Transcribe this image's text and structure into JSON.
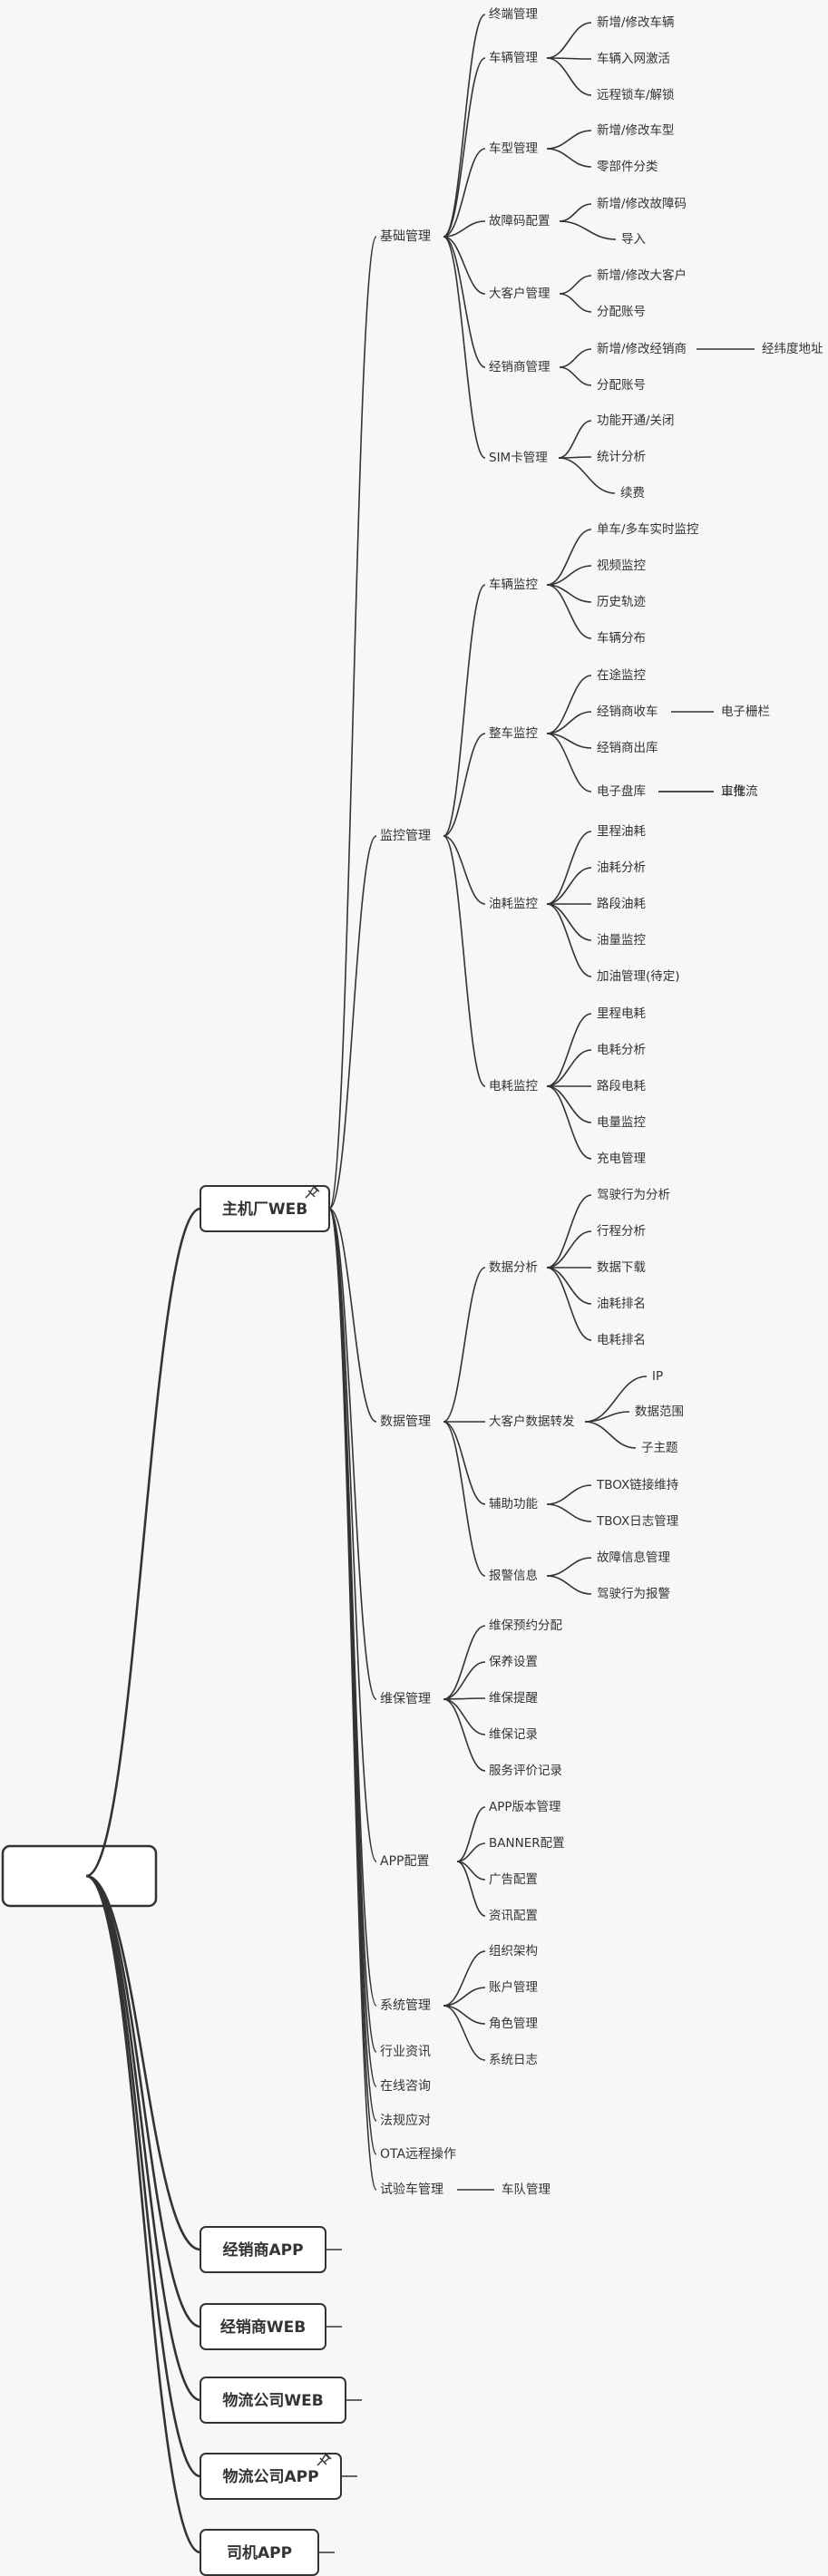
{
  "root": {
    "label": ""
  },
  "branches": [
    {
      "key": "oem",
      "label": "主机厂WEB",
      "pinned": true,
      "children": [
        {
          "key": "basic",
          "label": "基础管理",
          "children": [
            {
              "label": "终端管理"
            },
            {
              "label": "车辆管理",
              "children": [
                {
                  "label": "新增/修改车辆"
                },
                {
                  "label": "车辆入网激活"
                },
                {
                  "label": "远程锁车/解锁"
                }
              ]
            },
            {
              "label": "车型管理",
              "children": [
                {
                  "label": "新增/修改车型"
                },
                {
                  "label": "零部件分类"
                }
              ]
            },
            {
              "label": "故障码配置",
              "children": [
                {
                  "label": "新增/修改故障码"
                },
                {
                  "label": "导入"
                }
              ]
            },
            {
              "label": "大客户管理",
              "children": [
                {
                  "label": "新增/修改大客户"
                },
                {
                  "label": "分配账号"
                }
              ]
            },
            {
              "label": "经销商管理",
              "children": [
                {
                  "label": "新增/修改经销商",
                  "children": [
                    {
                      "label": "经纬度地址"
                    }
                  ]
                },
                {
                  "label": "分配账号"
                }
              ]
            },
            {
              "label": "SIM卡管理",
              "children": [
                {
                  "label": "功能开通/关闭"
                },
                {
                  "label": "统计分析"
                },
                {
                  "label": "续费"
                }
              ]
            }
          ]
        },
        {
          "key": "monitor",
          "label": "监控管理",
          "children": [
            {
              "label": "车辆监控",
              "children": [
                {
                  "label": "单车/多车实时监控"
                },
                {
                  "label": "视频监控"
                },
                {
                  "label": "历史轨迹"
                },
                {
                  "label": "车辆分布"
                }
              ]
            },
            {
              "label": "整车监控",
              "children": [
                {
                  "label": "在途监控"
                },
                {
                  "label": "经销商收车",
                  "children": [
                    {
                      "label": "电子栅栏"
                    }
                  ]
                },
                {
                  "label": "经销商出库"
                },
                {
                  "label": "电子盘库",
                  "children": [
                    {
                      "label": "工作流"
                    },
                    {
                      "label": "审批"
                    }
                  ]
                }
              ]
            },
            {
              "label": "油耗监控",
              "children": [
                {
                  "label": "里程油耗"
                },
                {
                  "label": "油耗分析"
                },
                {
                  "label": "路段油耗"
                },
                {
                  "label": "油量监控"
                },
                {
                  "label": "加油管理(待定)"
                }
              ]
            },
            {
              "label": "电耗监控",
              "children": [
                {
                  "label": "里程电耗"
                },
                {
                  "label": "电耗分析"
                },
                {
                  "label": "路段电耗"
                },
                {
                  "label": "电量监控"
                },
                {
                  "label": "充电管理"
                }
              ]
            }
          ]
        },
        {
          "key": "data",
          "label": "数据管理",
          "children": [
            {
              "label": "数据分析",
              "children": [
                {
                  "label": "驾驶行为分析"
                },
                {
                  "label": "行程分析"
                },
                {
                  "label": "数据下载"
                },
                {
                  "label": "油耗排名"
                },
                {
                  "label": "电耗排名"
                }
              ]
            },
            {
              "label": "大客户数据转发",
              "children": [
                {
                  "label": "IP"
                },
                {
                  "label": "数据范围"
                },
                {
                  "label": "子主题"
                }
              ]
            },
            {
              "label": "辅助功能",
              "children": [
                {
                  "label": "TBOX链接维持"
                },
                {
                  "label": "TBOX日志管理"
                }
              ]
            },
            {
              "label": "报警信息",
              "children": [
                {
                  "label": "故障信息管理"
                },
                {
                  "label": "驾驶行为报警"
                }
              ]
            }
          ]
        },
        {
          "key": "maint",
          "label": "维保管理",
          "children": [
            {
              "label": "维保预约分配"
            },
            {
              "label": "保养设置"
            },
            {
              "label": "维保提醒"
            },
            {
              "label": "维保记录"
            },
            {
              "label": "服务评价记录"
            }
          ]
        },
        {
          "key": "app",
          "label": "APP配置",
          "children": [
            {
              "label": "APP版本管理"
            },
            {
              "label": "BANNER配置"
            },
            {
              "label": "广告配置"
            },
            {
              "label": "资讯配置"
            }
          ]
        },
        {
          "key": "sys",
          "label": "系统管理",
          "children": [
            {
              "label": "组织架构"
            },
            {
              "label": "账户管理"
            },
            {
              "label": "角色管理"
            },
            {
              "label": "系统日志"
            }
          ]
        },
        {
          "key": "news",
          "label": "行业资讯"
        },
        {
          "key": "consult",
          "label": "在线咨询"
        },
        {
          "key": "law",
          "label": "法规应对"
        },
        {
          "key": "ota",
          "label": "OTA远程操作"
        },
        {
          "key": "test",
          "label": "试验车管理",
          "children": [
            {
              "label": "车队管理"
            }
          ]
        }
      ]
    },
    {
      "key": "dealer_app",
      "label": "经销商APP"
    },
    {
      "key": "dealer_web",
      "label": "经销商WEB"
    },
    {
      "key": "logi_web",
      "label": "物流公司WEB"
    },
    {
      "key": "logi_app",
      "label": "物流公司APP",
      "pinned": true
    },
    {
      "key": "driver_app",
      "label": "司机APP"
    }
  ]
}
